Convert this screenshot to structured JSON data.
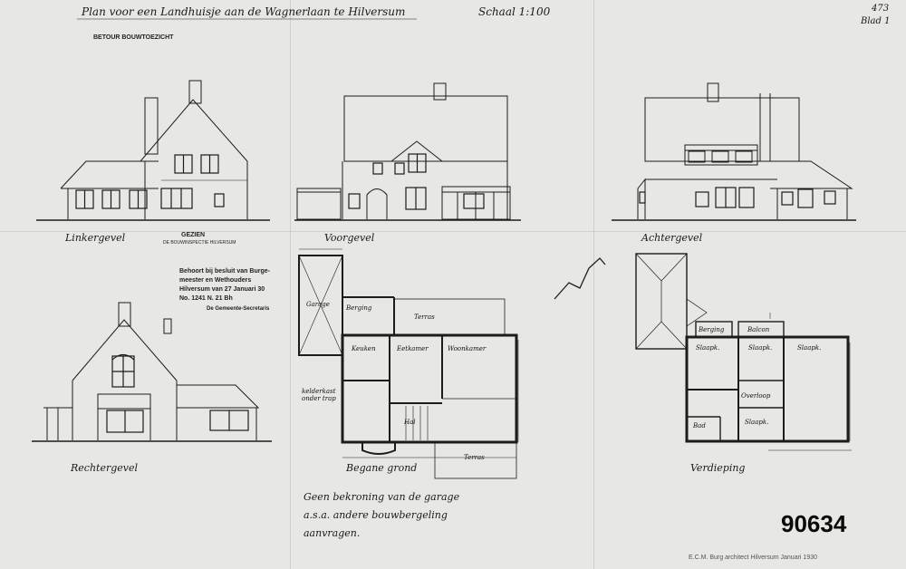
{
  "sheet": {
    "title": "Plan voor een Landhuisje aan de Wagnerlaan te Hilversum",
    "scale": "Schaal 1:100",
    "sheet_number": "473",
    "sheet_label": "Blad 1",
    "subtitle": "BETOUR BOUWTOEZICHT",
    "archive_number": "90634",
    "footer_signature": "E.C.M. Burg architect Hilversum Januari 1930"
  },
  "elevations": {
    "left": "Linkergevel",
    "front": "Voorgevel",
    "rear": "Achtergevel",
    "right": "Rechtergevel"
  },
  "plans": {
    "ground": "Begane grond",
    "upper": "Verdieping"
  },
  "stamps": {
    "seen_title": "GEZIEN",
    "seen_sub": "DE BOUWINSPECTIE HILVERSUM",
    "approval_lines": [
      "Behoort bij besluit van Burge-",
      "meester en Wethouders",
      "Hilversum van 27 Januari 30",
      "No. 1241  N. 21 Bh"
    ],
    "signature": "De Gemeente-Secretaris"
  },
  "ground_rooms": {
    "garage": "Garage",
    "keuken": "Keuken",
    "eetkamer": "Eetkamer",
    "woonkamer": "Woonkamer",
    "terras_top": "Terras",
    "terras_bottom": "Terras",
    "hal": "Hal",
    "bergruimte": "Berging",
    "kelder": "kelderkast onder trap"
  },
  "upper_rooms": {
    "bergruimte": "Berging",
    "balcon": "Balcon",
    "slaapk1": "Slaapk.",
    "slaapk2": "Slaapk.",
    "slaapk3": "Slaapk.",
    "slaapk4": "Slaapk.",
    "overloop": "Overloop",
    "bad": "Bad"
  },
  "annotation": [
    "Geen bekroning van de garage",
    "a.s.a. andere bouwbergeling",
    "aanvragen."
  ]
}
